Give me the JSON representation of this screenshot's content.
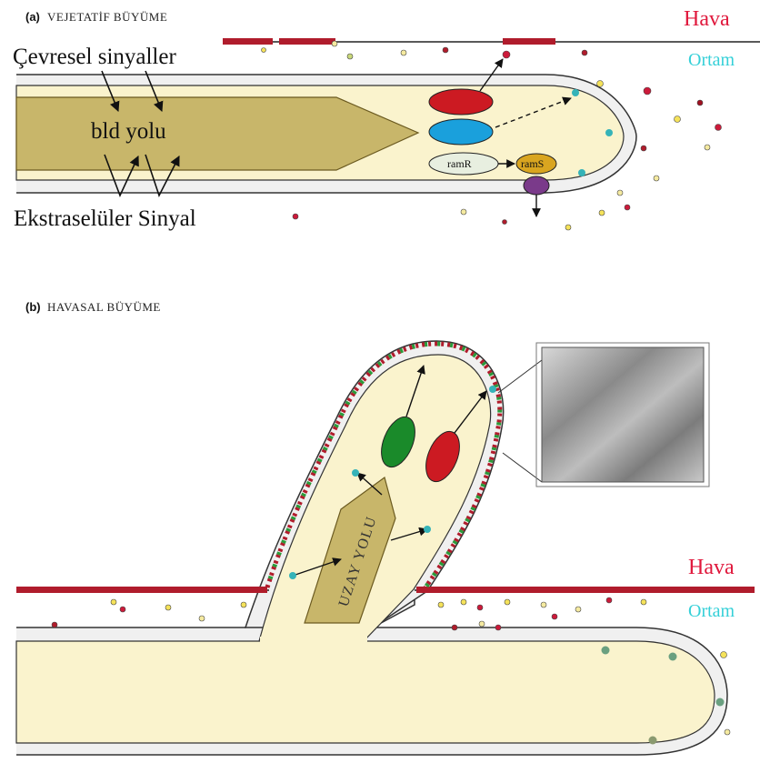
{
  "panel_a": {
    "tag": "(a)",
    "title": "VEJETATİF BÜYÜME",
    "label_env_signals": "Çevresel sinyaller",
    "label_bld": "bld yolu",
    "label_extracellular": "Ekstraselüler Sinyal",
    "protein_red_label": "",
    "protein_blue_label": "",
    "protein_ramR": "ramR",
    "protein_ramS": "ramS",
    "air": "Hava",
    "medium": "Ortam"
  },
  "panel_b": {
    "tag": "(b)",
    "title": "HAVASAL BÜYÜME",
    "pathway": "UZAY YOLU",
    "protein_green_label": "",
    "protein_red_label": "",
    "air": "Hava",
    "medium": "Ortam"
  },
  "colors": {
    "cell_fill": "#faf3cd",
    "pathway_fill": "#c8b66a",
    "air_text": "#e0183c",
    "medium_text": "#35d0d8",
    "red_protein": "#cc1a22",
    "blue_protein": "#1aa0dc",
    "green_protein": "#1a8a2a",
    "ramS": "#d9a520",
    "ramR": "#e8efe0",
    "membrane_protein": "#7a3a8a"
  }
}
